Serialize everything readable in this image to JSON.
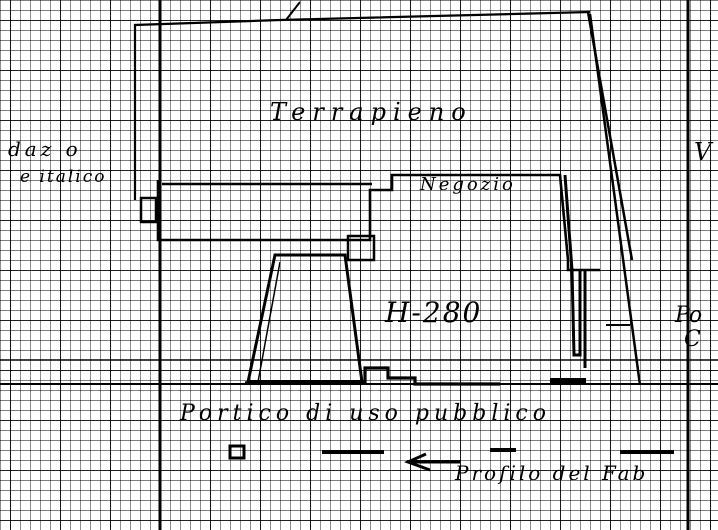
{
  "labels": {
    "terrapieno": "Terrapieno",
    "negozio": "Negozio",
    "height_mark": "H-280",
    "portico": "Portico di uso pubblico",
    "profilo": "Profilo del Fab",
    "left_top": "daz o",
    "left_bottom": "e italico",
    "right_top": "V",
    "right_mid": "Po",
    "right_low": "C"
  }
}
